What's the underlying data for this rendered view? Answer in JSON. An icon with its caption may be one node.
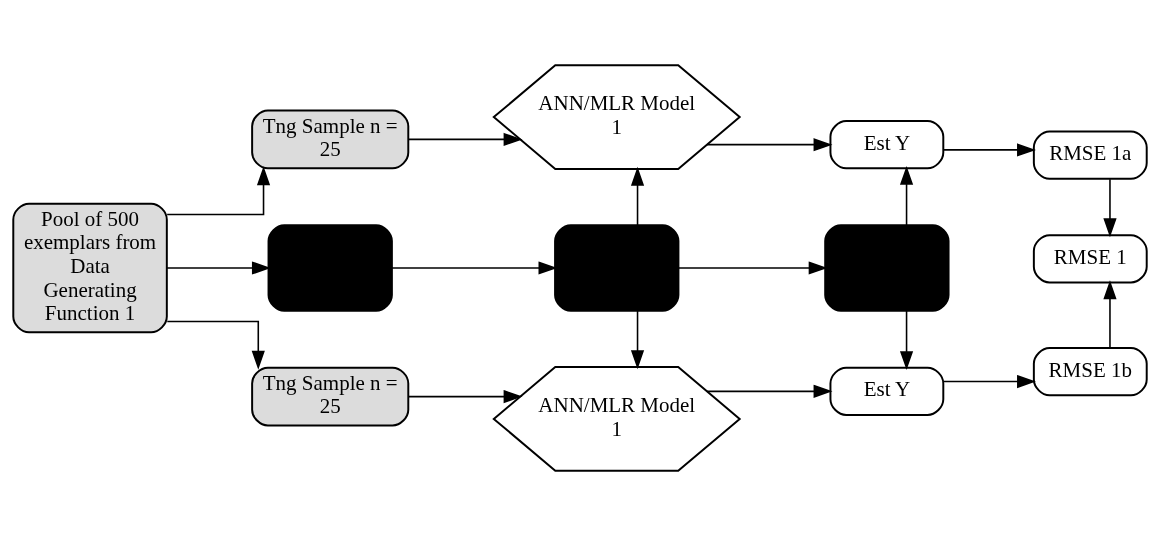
{
  "diagram": {
    "nodes": [
      {
        "text": [
          "Pool of 500 exemplars from Data Generating Function 1"
        ]
      },
      {
        "text": [
          "Tng Sample n = 25"
        ]
      },
      {
        "text": [
          "ANN/MLR Model 1"
        ]
      },
      {
        "text": [
          "Est Y"
        ]
      },
      {
        "text": [
          "RMSE 1a"
        ]
      },
      {
        "text": [],
        "shape": "box"
      },
      {
        "text": [],
        "shape": "box"
      },
      {
        "text": [],
        "shape": "box"
      },
      {
        "text": [
          "RMSE 1"
        ]
      },
      {
        "text": [
          "Tng Sample n = 25"
        ]
      },
      {
        "text": [
          "ANN/MLR Model 1"
        ]
      },
      {
        "text": [
          "Est Y"
        ]
      },
      {
        "text": [
          "RMSE 1b"
        ]
      }
    ],
    "edges": [
      {
        "from": 0,
        "to": 1,
        "arrow": "to"
      },
      {
        "from": 0,
        "to": 5,
        "arrow": "to"
      },
      {
        "from": 0,
        "to": 9,
        "arrow": "to"
      },
      {
        "from": 1,
        "to": 2,
        "arrow": "to"
      },
      {
        "from": 2,
        "to": 3,
        "arrow": "to"
      },
      {
        "from": 3,
        "to": 4,
        "arrow": "to"
      },
      {
        "from": 4,
        "to": 8,
        "arrow": "to"
      },
      {
        "from": 5,
        "to": 6,
        "arrow": "to"
      },
      {
        "from": 6,
        "to": 2,
        "arrow": "to"
      },
      {
        "from": 6,
        "to": 10,
        "arrow": "to"
      },
      {
        "from": 6,
        "to": 7,
        "arrow": "to"
      },
      {
        "from": 7,
        "to": 3,
        "arrow": "to"
      },
      {
        "from": 7,
        "to": 11,
        "arrow": "to"
      },
      {
        "from": 9,
        "to": 10,
        "arrow": "to"
      },
      {
        "from": 10,
        "to": 11,
        "arrow": "to"
      },
      {
        "from": 11,
        "to": 12,
        "arrow": "to"
      },
      {
        "from": 12,
        "to": 8,
        "arrow": "to"
      }
    ]
  }
}
